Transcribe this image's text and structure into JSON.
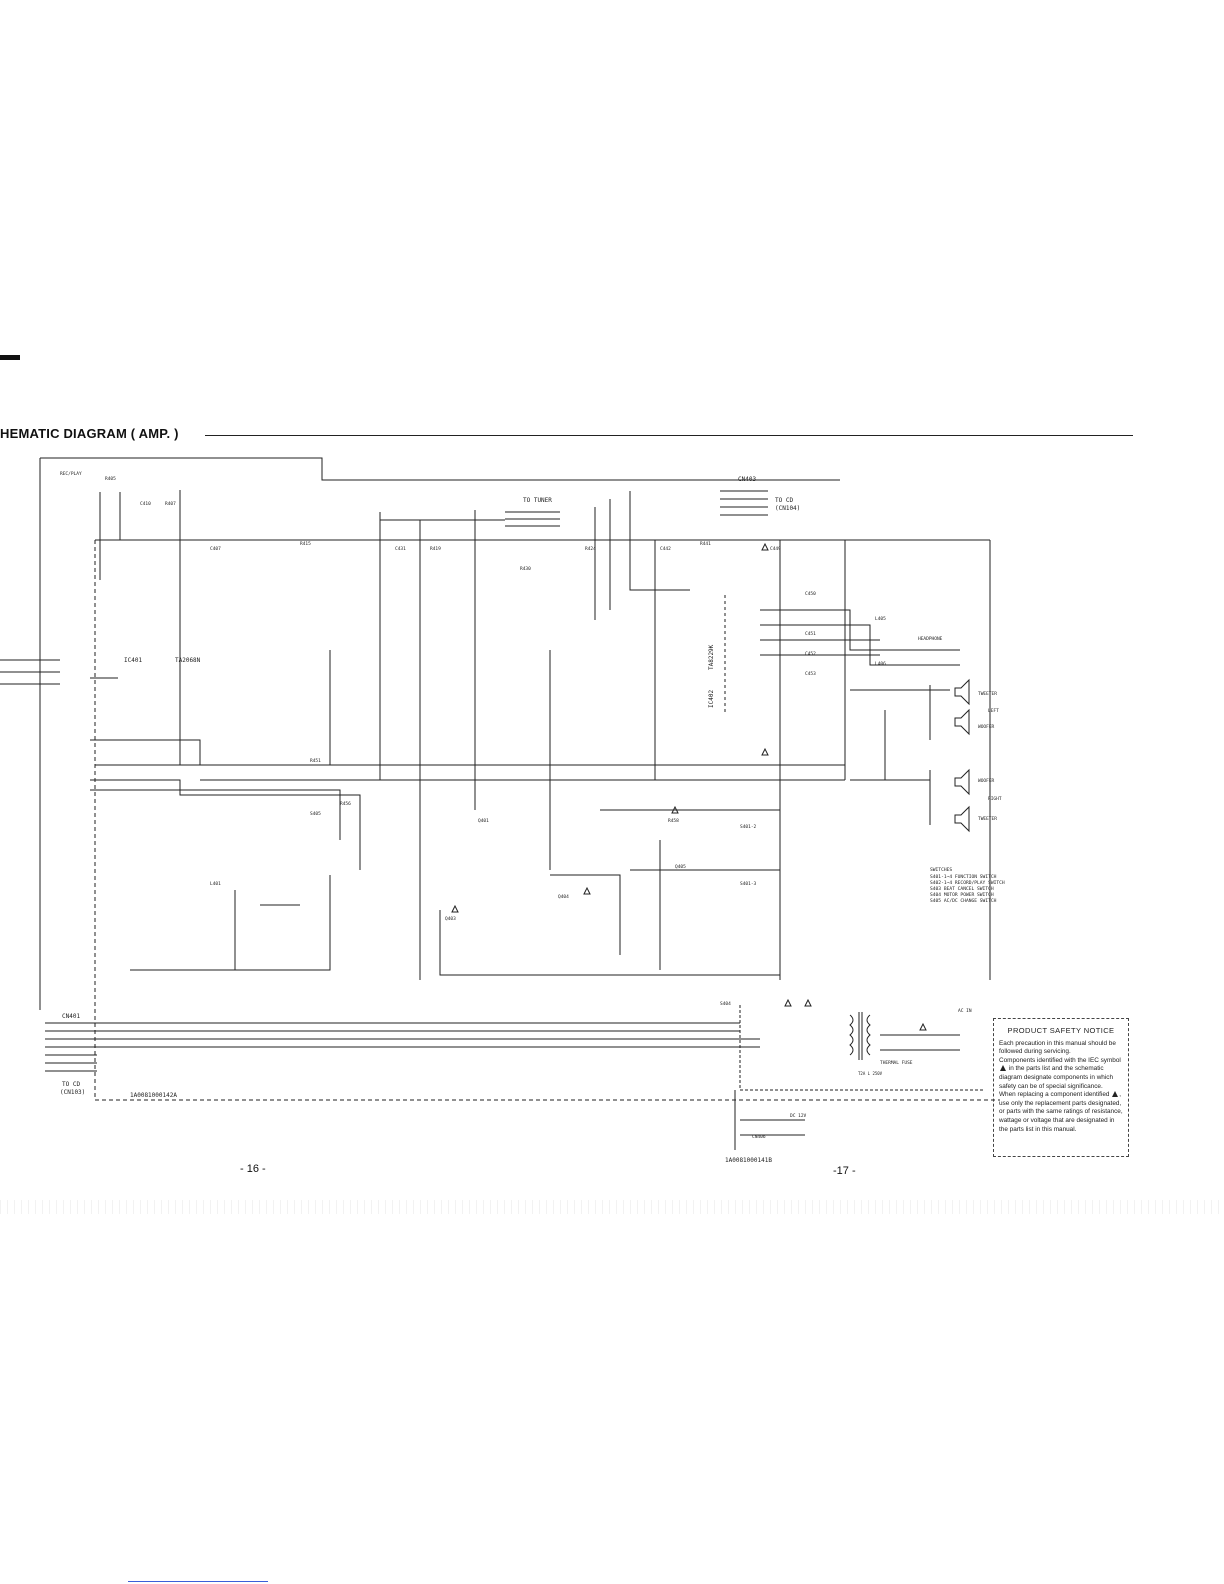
{
  "header": {
    "title": "HEMATIC DIAGRAM ( AMP. )"
  },
  "components": {
    "ic401": "IC401",
    "ic401_part": "TA2068N",
    "ic402": "IC402",
    "ic402_part": "TA8229K",
    "cn403": "CN403",
    "to_cd_top": "TO CD",
    "to_cd_top_conn": "(CN104)",
    "fm_tuner": "TO TUNER",
    "cn401": "CN401",
    "to_cd_bottom": "TO CD",
    "to_cd_bottom_conn": "(CN103)",
    "pcb_ref_left": "1A0081000142A",
    "pcb_ref_bottom": "1A0081000141B",
    "tweeter_top": "TWEETER",
    "woofer_top": "WOOFER",
    "woofer_bottom": "WOOFER",
    "tweeter_bottom": "TWEETER",
    "left": "LEFT",
    "right": "RIGHT",
    "headphone": "HEADPHONE",
    "switches_title": "SWITCHES",
    "switches": [
      "S401-1~4  FUNCTION SWITCH",
      "S402-1~4  RECORD/PLAY SWITCH",
      "S403      BEAT CANCEL SWITCH",
      "S404      MOTOR POWER SWITCH",
      "S405      AC/DC CHANGE SWITCH"
    ],
    "thermal_fuse": "THERMAL FUSE",
    "fuse_rating": "T2A L 250V",
    "ac_in": "AC IN",
    "dc_in": "DC 12V"
  },
  "pages": {
    "left": "- 16 -",
    "right": "-17 -"
  },
  "notice": {
    "title": "PRODUCT SAFETY NOTICE",
    "line1": "Each precaution in this manual should be followed during servicing.",
    "line2a": "Components identified with the IEC symbol",
    "line2b": "in the parts list and the schematic diagram designate components in which safety can be of special significance.",
    "line3a": "When replacing a component identified",
    "line3b": ", use only the replacement parts designated, or parts with the same ratings of resistance, wattage or voltage that are designated in the parts list in this manual."
  }
}
